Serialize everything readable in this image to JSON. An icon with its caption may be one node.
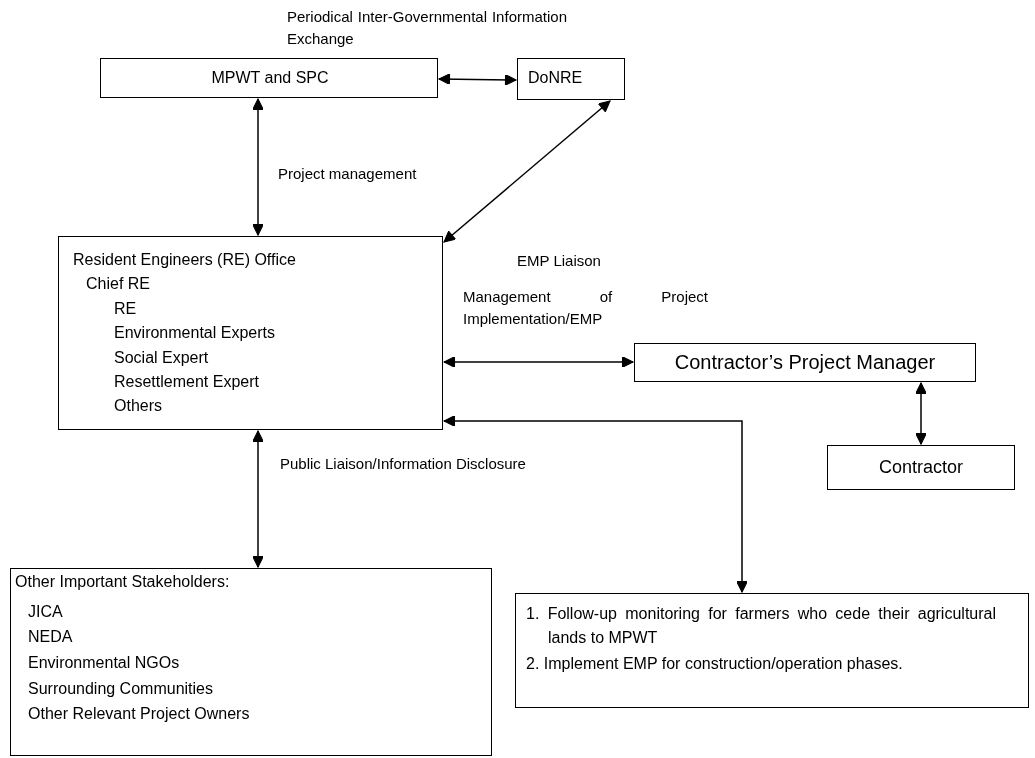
{
  "diagram": {
    "nodes": [
      {
        "text": [
          "MPWT and SPC"
        ]
      },
      {
        "text": [
          "DoNRE"
        ]
      },
      {
        "text": [
          "Resident Engineers (RE) Office",
          "Chief RE",
          "RE",
          "Environmental Experts",
          "Social Expert",
          "Resettlement Expert",
          "Others"
        ]
      },
      {
        "text": [
          "Contractor’s Project Manager"
        ]
      },
      {
        "text": [
          "Contractor"
        ]
      },
      {
        "text": [
          "Other Important Stakeholders:",
          "JICA",
          "NEDA",
          "Environmental NGOs",
          "Surrounding Communities",
          "Other Relevant Project Owners"
        ]
      },
      {
        "text": [
          "1. Follow-up monitoring for farmers who cede their agricultural lands to MPWT",
          "2. Implement EMP for construction/operation phases."
        ]
      }
    ],
    "edges": [
      {
        "from": 0,
        "to": 1,
        "arrow": "both",
        "label": "Periodical Inter-Governmental Information Exchange"
      },
      {
        "from": 0,
        "to": 2,
        "arrow": "both",
        "label": "Project management"
      },
      {
        "from": 1,
        "to": 2,
        "arrow": "both",
        "label": "EMP Liaison"
      },
      {
        "from": 2,
        "to": 3,
        "arrow": "both",
        "label": "Management of Project Implementation/EMP"
      },
      {
        "from": 3,
        "to": 4,
        "arrow": "both"
      },
      {
        "from": 2,
        "to": 5,
        "arrow": "both",
        "label": "Public Liaison/Information Disclosure"
      },
      {
        "from": 2,
        "to": 6,
        "arrow": "both"
      }
    ]
  }
}
